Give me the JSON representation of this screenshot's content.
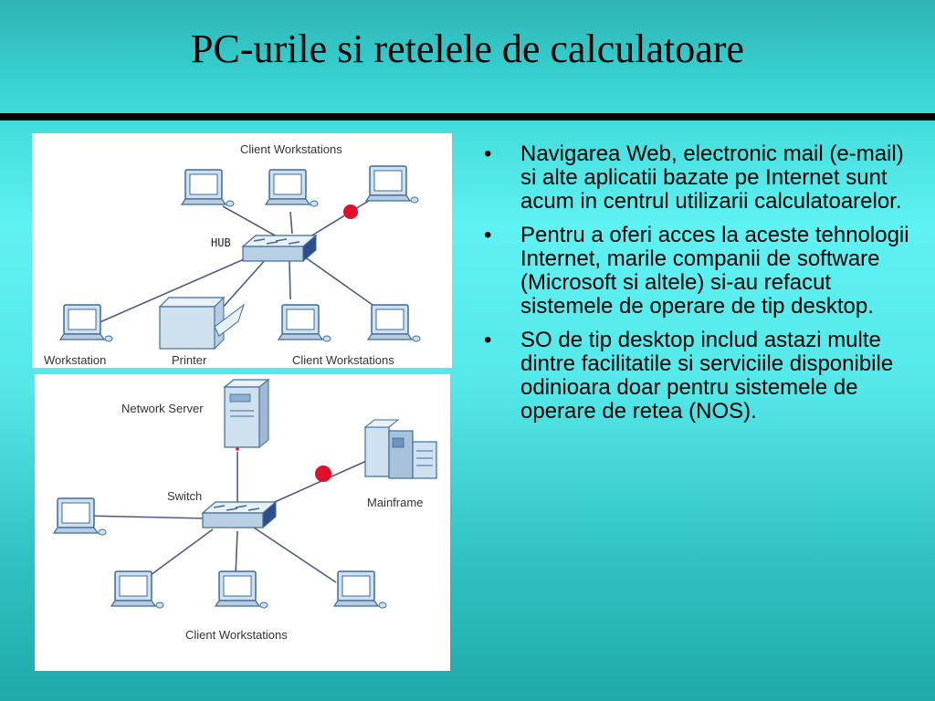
{
  "slide": {
    "title": "PC-urile si retelele de calculatoare"
  },
  "diagram1": {
    "top_label": "Client Workstations",
    "hub_label": "HUB",
    "workstation_label": "Workstation",
    "printer_label": "Printer",
    "bottom_label": "Client Workstations"
  },
  "diagram2": {
    "server_label": "Network Server",
    "switch_label": "Switch",
    "mainframe_label": "Mainframe",
    "bottom_label": "Client Workstations"
  },
  "bullets": [
    "Navigarea Web, electronic mail (e-mail) si alte aplicatii bazate pe Internet sunt acum in centrul utilizarii calculatoarelor.",
    "Pentru a oferi acces la aceste tehnologii Internet, marile companii de software (Microsoft si altele) si-au refacut sistemele de operare de tip desktop.",
    "SO de tip desktop includ astazi multe dintre facilitatile si serviciile disponibile odinioara doar pentru sistemele de operare de retea (NOS)."
  ],
  "bullet_symbol": "•",
  "colors": {
    "device_fill": "#cfe0ee",
    "device_stroke": "#3b6c9a",
    "line": "#4d5a8c",
    "node_red": "#e0102b"
  }
}
